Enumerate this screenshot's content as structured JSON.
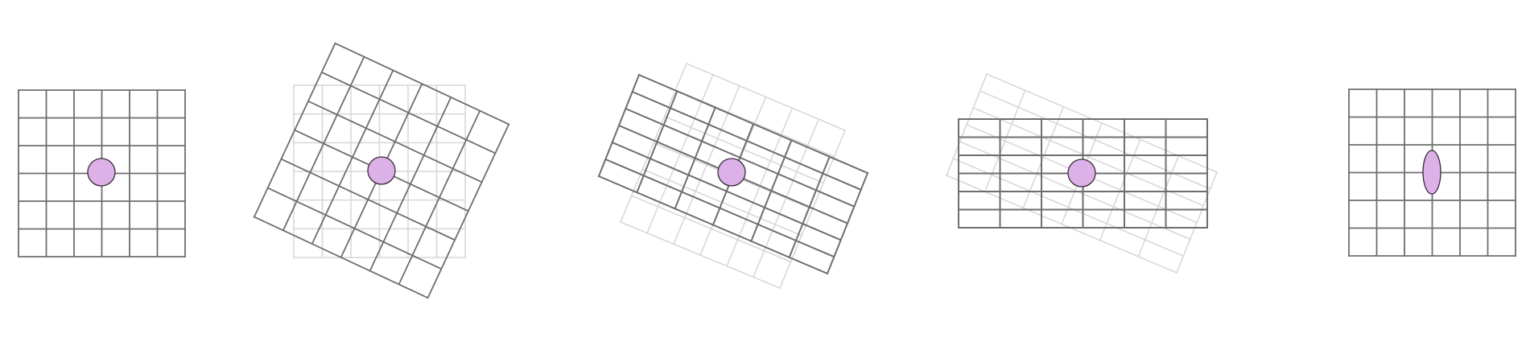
{
  "diagram": {
    "description_visible_text": "",
    "colors": {
      "background": "#ffffff",
      "grid_main": "#6e6e6e",
      "grid_faded": "#d6d6d6",
      "dot_fill": "#dcb1e8",
      "dot_stroke": "#3a2a3a"
    },
    "grid": {
      "rows": 6,
      "columns": 6
    },
    "panels": [
      {
        "id": "panel-1",
        "transform": "identity",
        "marker_shape": "circle",
        "ghost_grids": 0
      },
      {
        "id": "panel-2",
        "transform": "rotation",
        "rotation_deg": 25,
        "marker_shape": "circle",
        "ghost_grids": 1
      },
      {
        "id": "panel-3",
        "transform": "rotation-then-shear",
        "rotation_deg": 25,
        "marker_shape": "circle",
        "ghost_grids": 1
      },
      {
        "id": "panel-4",
        "transform": "horizontal-stretch-vertical-squash",
        "marker_shape": "circle",
        "ghost_grids": 1
      },
      {
        "id": "panel-5",
        "transform": "identity",
        "marker_shape": "ellipse",
        "ghost_grids": 0
      }
    ]
  }
}
